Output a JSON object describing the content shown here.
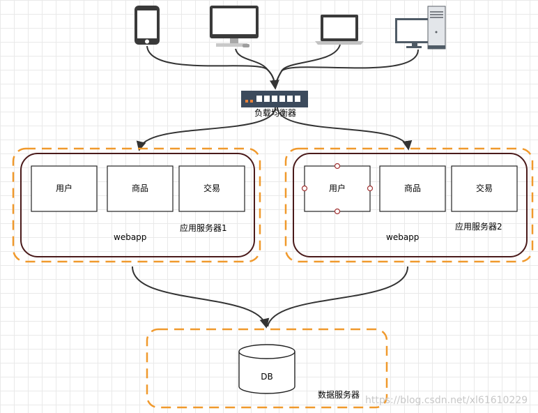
{
  "load_balancer": {
    "label": "负载均衡器"
  },
  "app_servers": [
    {
      "label": "应用服务器1",
      "webapp_label": "webapp",
      "modules": [
        "用户",
        "商品",
        "交易"
      ]
    },
    {
      "label": "应用服务器2",
      "webapp_label": "webapp",
      "modules": [
        "用户",
        "商品",
        "交易"
      ]
    }
  ],
  "data_server": {
    "label": "数据服务器",
    "db_label": "DB"
  },
  "watermark": "https://blog.csdn.net/xl61610229",
  "colors": {
    "dashed_border": "#f0992c",
    "inner_border": "#4a1a1a",
    "connector": "#333333",
    "selection_handle": "#a03030"
  }
}
